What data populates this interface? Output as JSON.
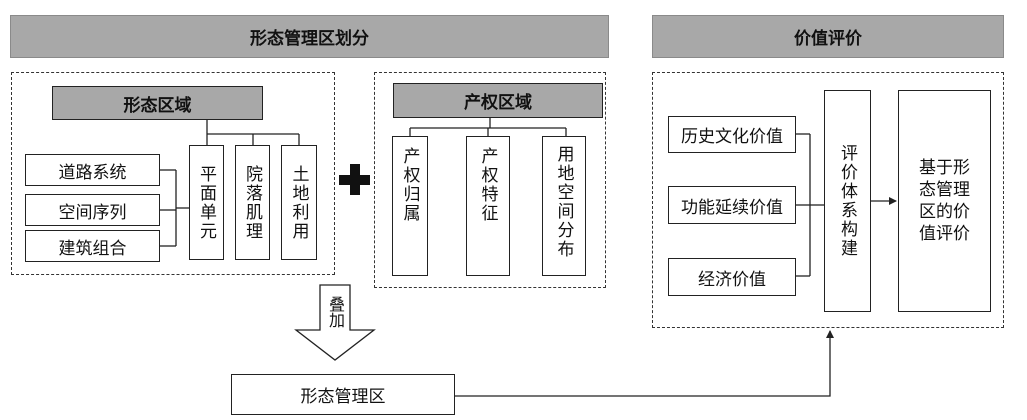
{
  "left_section": {
    "banner": "形态管理区划分",
    "form_area": {
      "header": "形态区域",
      "items": [
        "道路系统",
        "空间序列",
        "建筑组合"
      ],
      "columns": [
        "平面单元",
        "院落肌理",
        "土地利用"
      ]
    },
    "property_area": {
      "header": "产权区域",
      "columns": [
        "产权归属",
        "产权特征",
        "用地空间分布"
      ]
    },
    "overlay_label": "叠加",
    "result": "形态管理区"
  },
  "right_section": {
    "banner": "价值评价",
    "values": [
      "历史文化价值",
      "功能延续价值",
      "经济价值"
    ],
    "system": "评价体系构建",
    "output": "基于形\n态管理\n区的价\n值评价"
  }
}
